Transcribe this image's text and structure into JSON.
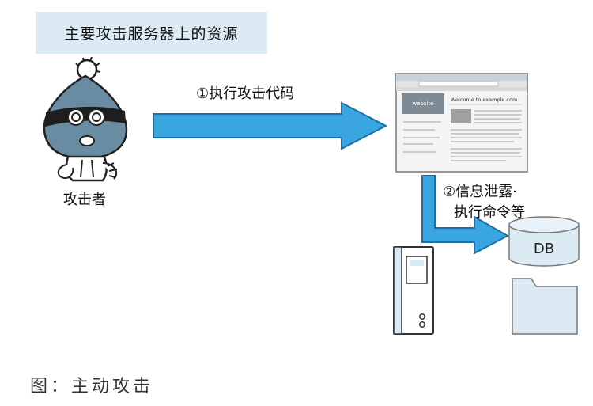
{
  "title": "主要攻击服务器上的资源",
  "attacker_label": "攻击者",
  "step1_label": "①执行攻击代码",
  "step2_line1": "②信息泄露·",
  "step2_line2": "执行命令等",
  "db_label": "DB",
  "browser_heading": "Welcome to example.com",
  "browser_logo": "website",
  "caption": "图：主动攻击",
  "colors": {
    "title_bg": "#dcebf3",
    "arrow": "#3aa6e0",
    "arrow_dark": "#1b6fa6",
    "db_fill": "#dcebf3",
    "attacker_face": "#6a8ca3"
  }
}
